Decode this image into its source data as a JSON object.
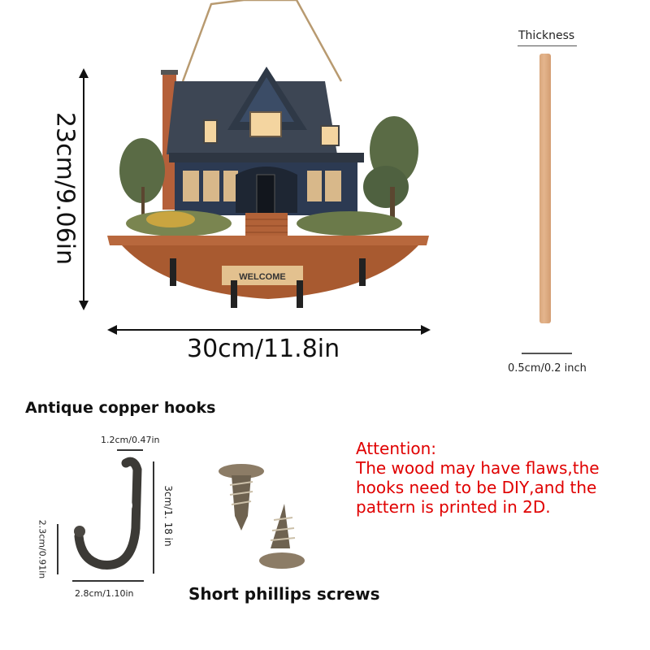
{
  "product": {
    "height_label": "23cm/9.06in",
    "width_label": "30cm/11.8in",
    "sign_text": "WELCOME"
  },
  "thickness": {
    "title": "Thickness",
    "value": "0.5cm/0.2 inch"
  },
  "hooks": {
    "title": "Antique copper hooks",
    "top_width": "1.2cm/0.47in",
    "height": "3cm/1. 18 in",
    "curve_height": "2.3cm/0.91in",
    "bottom_width": "2.8cm/1.10in"
  },
  "screws": {
    "title": "Short phillips screws"
  },
  "attention": {
    "heading": "Attention:",
    "body": "The wood may have flaws,the hooks need to be DIY,and the pattern is printed in 2D."
  }
}
